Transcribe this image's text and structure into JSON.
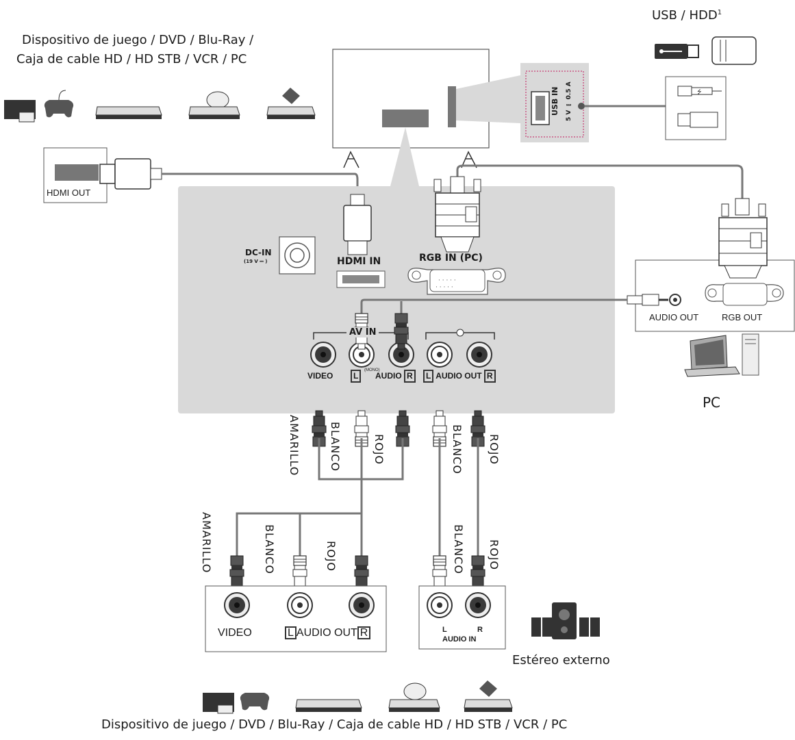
{
  "top_devices_caption": [
    "Dispositivo de juego / DVD / Blu-Ray /",
    "Caja de cable HD / HD STB / VCR / PC"
  ],
  "usb_hdd_label": "USB / HDD",
  "usb_hdd_superscript": "1",
  "usb_port": {
    "name": "USB IN",
    "power": "5 V ⎓ 0.5 A"
  },
  "hdmi_out_label": "HDMI OUT",
  "dc_in": {
    "label": "DC-IN",
    "spec": "(19 V ⎓ )"
  },
  "hdmi_in_label": "HDMI IN",
  "rgb_in_label": "RGB IN (PC)",
  "av_in_title": "AV IN",
  "panel_ports": {
    "video": "VIDEO",
    "l": "L",
    "mono": "(MONO)",
    "audio": "AUDIO",
    "r": "R",
    "audio_out": "AUDIO OUT"
  },
  "pc_box": {
    "audio_out": "AUDIO OUT",
    "rgb_out": "RGB OUT"
  },
  "pc_label": "PC",
  "cable_colors_upper": [
    "AMARILLO",
    "BLANCO",
    "ROJO",
    "BLANCO",
    "ROJO"
  ],
  "cable_colors_lower": [
    "AMARILLO",
    "BLANCO",
    "ROJO",
    "BLANCO",
    "ROJO"
  ],
  "device_box": {
    "video": "VIDEO",
    "l": "L",
    "audio_out": "AUDIO OUT",
    "r": "R"
  },
  "audio_in_box": {
    "l": "L",
    "r": "R",
    "audio_in": "AUDIO IN"
  },
  "external_stereo_label": "Estéreo externo",
  "bottom_devices_caption": "Dispositivo de juego / DVD / Blu-Ray / Caja de cable HD / HD STB / VCR / PC",
  "colors": {
    "panel": "#d9d9d9",
    "usb_dotted_border": "#c2185b",
    "cable": "#777777",
    "dark_plug": "#444444"
  },
  "icons": [
    "console-icon",
    "gamepad-icon",
    "dvd-player-icon",
    "disc-player-icon",
    "vcr-icon",
    "usb-stick-icon",
    "hdd-icon",
    "laptop-icon",
    "desktop-tower-icon",
    "speaker-system-icon"
  ]
}
